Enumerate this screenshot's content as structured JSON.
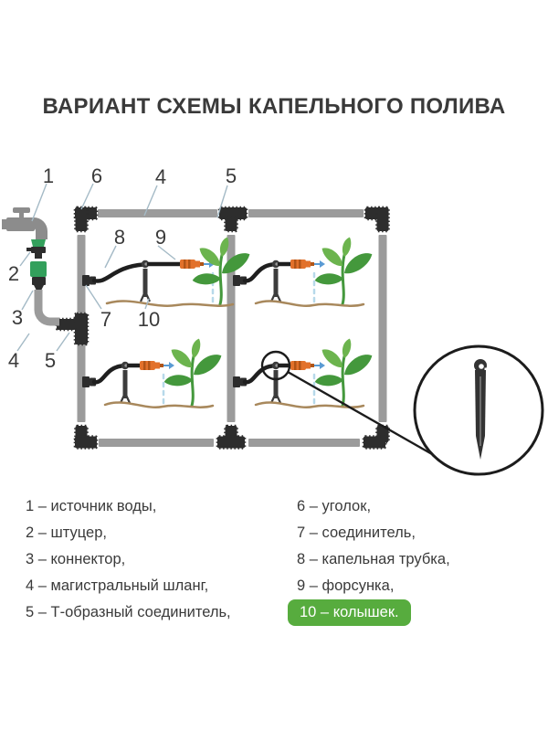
{
  "title": "ВАРИАНТ СХЕМЫ КАПЕЛЬНОГО ПОЛИВА",
  "diagram": {
    "callouts": {
      "source": "1",
      "fitting": "2",
      "connector": "3",
      "hose_top": "4",
      "hose_left": "4",
      "tee_top": "5",
      "tee_left": "5",
      "elbow": "6",
      "coupler": "7",
      "drip_tube": "8",
      "nozzle": "9",
      "stake": "10"
    }
  },
  "legend": {
    "left_items": [
      "1 – источник воды,",
      "2 – штуцер,",
      "3 – коннектор,",
      "4 – магистральный шланг,",
      "5 – Т-образный соединитель,"
    ],
    "right_items": [
      "6 – уголок,",
      "7 – соединитель,",
      "8 – капельная трубка,",
      "9 – форсунка,"
    ],
    "highlighted_item": "10 – колышек."
  },
  "colors": {
    "background": "#ffffff",
    "text": "#3a3a3a",
    "pipe": "#9b9b9b",
    "fitting": "#2d2d2d",
    "tap": "#8c8c8c",
    "greenFit": "#33a05c",
    "tube": "#1f1f1f",
    "stake": "#3c3c3c",
    "nozzle": "#e2712b",
    "nozzleDark": "#b05518",
    "arrowBlue": "#5a9bd4",
    "water": "#b7d9ea",
    "leafDark": "#44983c",
    "leafLight": "#6cb44e",
    "stem": "#44983c",
    "ground": "#a8885c",
    "leader": "#a4bac6",
    "badge": "#57ac3e"
  }
}
